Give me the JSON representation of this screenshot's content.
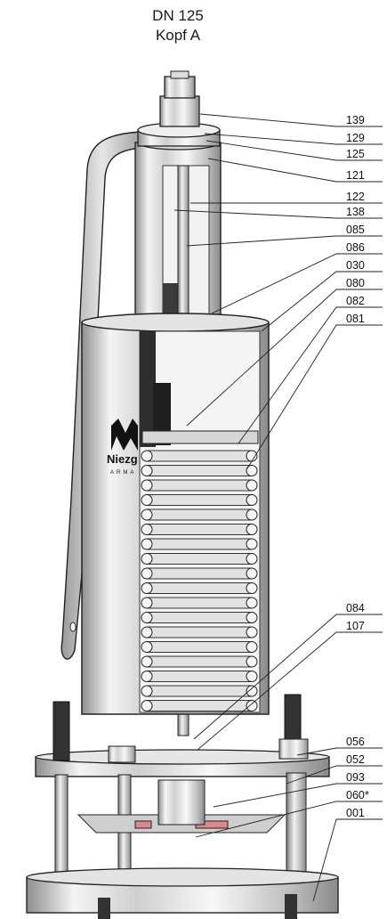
{
  "title": {
    "line1": "DN 125",
    "line2": "Kopf A"
  },
  "brand": {
    "logo_text": "Niezg",
    "logo_sub": "ARMA"
  },
  "part_labels": [
    "139",
    "129",
    "125",
    "121",
    "122",
    "138",
    "085",
    "086",
    "030",
    "080",
    "082",
    "081",
    "084",
    "107",
    "056",
    "052",
    "093",
    "060*",
    "001"
  ],
  "colors": {
    "metal_light": "#e8e8e8",
    "metal_mid": "#b8b8b8",
    "metal_dark": "#5a5a5a",
    "outline": "#222222",
    "gasket": "#d98a8a"
  }
}
